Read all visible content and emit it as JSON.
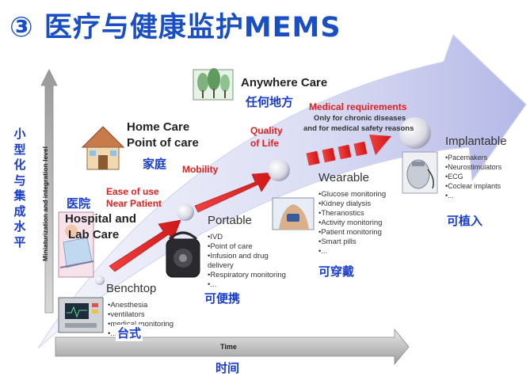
{
  "title": "③ 医疗与健康监护MEMS",
  "y_axis": {
    "label_cn": "小型化与集成水平",
    "label_en": "Miniaturization and integration level"
  },
  "x_axis": {
    "label_en": "Time",
    "label_cn": "时间"
  },
  "stages": {
    "benchtop": {
      "name": "Benchtop",
      "name_cn": "台式",
      "items": [
        "•Anesthesia",
        "•ventilators",
        "•medical monitoring",
        "•..."
      ]
    },
    "hospital": {
      "name_cn": "医院",
      "name_line1": "Hospital and",
      "name_line2": "Lab Care"
    },
    "portable": {
      "name": "Portable",
      "name_cn": "可便携",
      "items": [
        "•IVD",
        "•Point of care",
        "•Infusion and drug",
        "  delivery",
        "•Respiratory monitoring",
        "•..."
      ]
    },
    "home": {
      "name_line1": "Home Care",
      "name_line2": "Point of care",
      "name_cn": "家庭"
    },
    "wearable": {
      "name": "Wearable",
      "name_cn": "可穿戴",
      "items": [
        "•Glucose monitoring",
        "•Kidney dialysis",
        "•Theranostics",
        "•Activity monitoring",
        "•Patient monitoring",
        "•Smart pills",
        "•..."
      ]
    },
    "anywhere": {
      "name": "Anywhere Care",
      "name_cn": "任何地方"
    },
    "implantable": {
      "name": "Implantable",
      "name_cn": "可植入",
      "items": [
        "•Pacemakers",
        "•Neurostimulators",
        "•ECG",
        "•Coclear implants",
        "•..."
      ]
    }
  },
  "drivers": {
    "ease_line1": "Ease of use",
    "ease_line2": "Near Patient",
    "mobility": "Mobility",
    "quality_line1": "Quality",
    "quality_line2": "of Life",
    "medical_req": "Medical requirements",
    "medical_req_sub1": "Only for chronic diseases",
    "medical_req_sub2": "and for medical safety reasons"
  },
  "colors": {
    "title_blue": "#1a4fc4",
    "cn_blue": "#1a3ccc",
    "driver_red": "#e02020",
    "band_start": "#f2f2fb",
    "band_end": "#b9bde8"
  }
}
